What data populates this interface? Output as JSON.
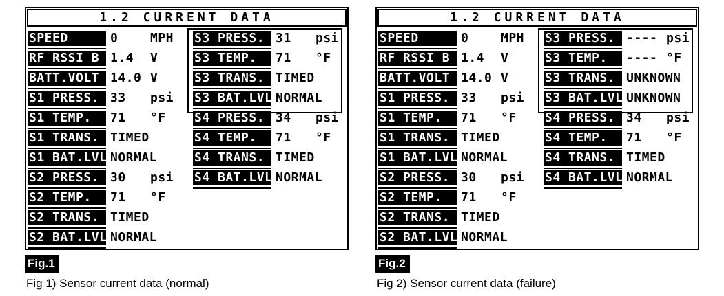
{
  "page": {
    "background": "#ffffff",
    "ink": "#000000"
  },
  "figures": [
    {
      "badge": "Fig.1",
      "caption": "Fig 1) Sensor current data (normal)",
      "screen": {
        "title": "1.2 CURRENT DATA",
        "highlighted_group": "S3",
        "columns": [
          {
            "rows": [
              {
                "label": "SPEED",
                "value": "0",
                "unit": "MPH"
              },
              {
                "label": "RF RSSI B",
                "value": "1.4",
                "unit": "V"
              },
              {
                "label": "BATT.VOLT",
                "value": "14.0",
                "unit": "V"
              },
              {
                "label": "S1 PRESS.",
                "value": "33",
                "unit": "psi"
              },
              {
                "label": "S1 TEMP.",
                "value": "71",
                "unit": "°F"
              },
              {
                "label": "S1 TRANS.",
                "value": "TIMED",
                "unit": ""
              },
              {
                "label": "S1 BAT.LVL",
                "value": "NORMAL",
                "unit": ""
              },
              {
                "label": "S2 PRESS.",
                "value": "30",
                "unit": "psi"
              },
              {
                "label": "S2 TEMP.",
                "value": "71",
                "unit": "°F"
              },
              {
                "label": "S2 TRANS.",
                "value": "TIMED",
                "unit": ""
              },
              {
                "label": "S2 BAT.LVL",
                "value": "NORMAL",
                "unit": ""
              }
            ]
          },
          {
            "rows": [
              {
                "label": "S3 PRESS.",
                "value": "31",
                "unit": "psi"
              },
              {
                "label": "S3 TEMP.",
                "value": "71",
                "unit": "°F"
              },
              {
                "label": "S3 TRANS.",
                "value": "TIMED",
                "unit": ""
              },
              {
                "label": "S3 BAT.LVL",
                "value": "NORMAL",
                "unit": ""
              },
              {
                "label": "S4 PRESS.",
                "value": "34",
                "unit": "psi"
              },
              {
                "label": "S4 TEMP.",
                "value": "71",
                "unit": "°F"
              },
              {
                "label": "S4 TRANS.",
                "value": "TIMED",
                "unit": ""
              },
              {
                "label": "S4 BAT.LVL",
                "value": "NORMAL",
                "unit": ""
              }
            ]
          }
        ]
      }
    },
    {
      "badge": "Fig.2",
      "caption": "Fig 2) Sensor current data (failure)",
      "screen": {
        "title": "1.2 CURRENT DATA",
        "highlighted_group": "S3",
        "columns": [
          {
            "rows": [
              {
                "label": "SPEED",
                "value": "0",
                "unit": "MPH"
              },
              {
                "label": "RF RSSI B",
                "value": "1.4",
                "unit": "V"
              },
              {
                "label": "BATT.VOLT",
                "value": "14.0",
                "unit": "V"
              },
              {
                "label": "S1 PRESS.",
                "value": "33",
                "unit": "psi"
              },
              {
                "label": "S1 TEMP.",
                "value": "71",
                "unit": "°F"
              },
              {
                "label": "S1 TRANS.",
                "value": "TIMED",
                "unit": ""
              },
              {
                "label": "S1 BAT.LVL",
                "value": "NORMAL",
                "unit": ""
              },
              {
                "label": "S2 PRESS.",
                "value": "30",
                "unit": "psi"
              },
              {
                "label": "S2 TEMP.",
                "value": "71",
                "unit": "°F"
              },
              {
                "label": "S2 TRANS.",
                "value": "TIMED",
                "unit": ""
              },
              {
                "label": "S2 BAT.LVL",
                "value": "NORMAL",
                "unit": ""
              }
            ]
          },
          {
            "rows": [
              {
                "label": "S3 PRESS.",
                "value": "----",
                "unit": "psi"
              },
              {
                "label": "S3 TEMP.",
                "value": "----",
                "unit": "°F"
              },
              {
                "label": "S3 TRANS.",
                "value": "UNKNOWN",
                "unit": ""
              },
              {
                "label": "S3 BAT.LVL",
                "value": "UNKNOWN",
                "unit": ""
              },
              {
                "label": "S4 PRESS.",
                "value": "34",
                "unit": "psi"
              },
              {
                "label": "S4 TEMP.",
                "value": "71",
                "unit": "°F"
              },
              {
                "label": "S4 TRANS.",
                "value": "TIMED",
                "unit": ""
              },
              {
                "label": "S4 BAT.LVL",
                "value": "NORMAL",
                "unit": ""
              }
            ]
          }
        ]
      }
    }
  ]
}
